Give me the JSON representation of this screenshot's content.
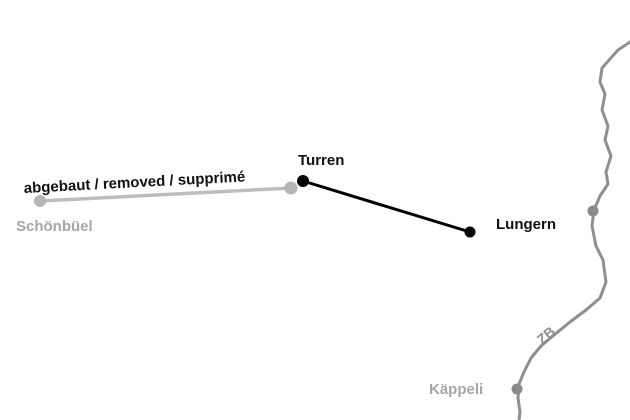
{
  "colors": {
    "active_line": "#000000",
    "removed_line": "#bdbdbd",
    "railway": "#8f8f8f",
    "active_station": "#000000",
    "removed_station": "#b5b5b5",
    "rail_station": "#8a8a8a",
    "active_label": "#111111",
    "removed_label": "#a6a6a6",
    "rail_label": "#8c8c8c"
  },
  "aerial_lift": {
    "stations": {
      "turren": "Turren",
      "lungern": "Lungern",
      "schoenbuel": "Schönbüel"
    },
    "removed_section_label": "abgebaut / removed / supprimé"
  },
  "railway": {
    "line_label": "ZB",
    "station_kaeppeli": "Käppeli"
  }
}
